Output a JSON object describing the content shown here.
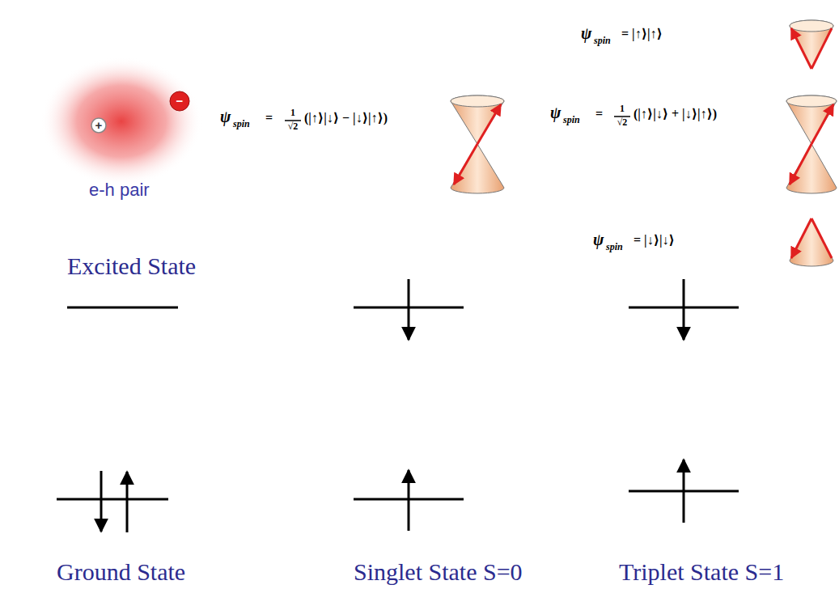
{
  "diagram": {
    "labels": [
      "+",
      "−",
      "e-h pair",
      "ψ",
      "spin",
      "= |↑⟩|↑⟩",
      "ψ",
      "spin",
      "=",
      "1",
      "√2",
      "(|↑⟩|↓⟩ − |↓⟩|↑⟩)",
      "ψ",
      "spin",
      "=",
      "1",
      "√2",
      "(|↑⟩|↓⟩ + |↓⟩|↑⟩)",
      "ψ",
      "spin",
      "= |↓⟩|↓⟩",
      "Excited State",
      "Ground State",
      "Singlet State S=0",
      "Triplet State S=1"
    ]
  }
}
